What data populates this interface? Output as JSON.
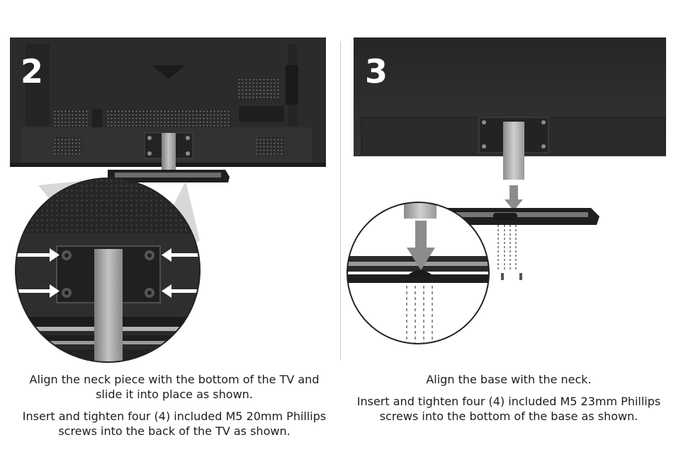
{
  "steps": [
    {
      "number": "2",
      "instructions": [
        "Align the neck piece with the bottom of the TV and slide it into place as shown.",
        "Insert and tighten four (4) included M5 20mm Phillips screws into the back of the TV as shown."
      ],
      "illustration_icon": "tv-back-neck-attach-illustration"
    },
    {
      "number": "3",
      "instructions": [
        "Align the base with the neck.",
        "Insert and tighten four (4) included M5 23mm Phillips screws into the bottom of the base as shown."
      ],
      "illustration_icon": "base-neck-attach-illustration"
    }
  ],
  "colors": {
    "tv_body": "#2b2b2b",
    "tv_dark": "#1a1a1a",
    "neck_metal": "#a9a9a9",
    "text": "#1d1d1d",
    "arrow": "#ffffff",
    "arrow_gray": "#8c8c8c"
  }
}
